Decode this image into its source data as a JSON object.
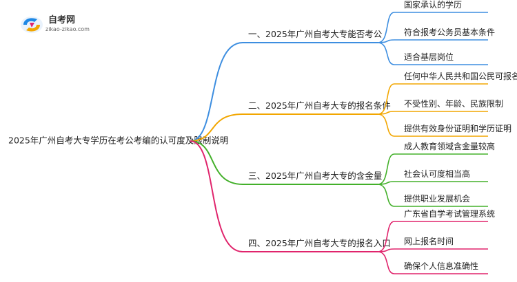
{
  "logo": {
    "name": "自考网",
    "url": "zikao-zikao.com",
    "brand_color": "#1e88e5"
  },
  "root": {
    "label": "2025年广州自考大专学历在考公考编的认可度及限制说明"
  },
  "branches": [
    {
      "label": "一、2025年广州自考大专能否考公",
      "color": "#3d8ee0",
      "children": [
        "国家承认的学历",
        "符合报考公务员基本条件",
        "适合基层岗位"
      ]
    },
    {
      "label": "二、2025年广州自考大专的报名条件",
      "color": "#f2a600",
      "children": [
        "任何中华人民共和国公民可报名",
        "不受性别、年龄、民族限制",
        "提供有效身份证明和学历证明"
      ]
    },
    {
      "label": "三、2025年广州自考大专的含金量",
      "color": "#43b02a",
      "children": [
        "成人教育领域含金量较高",
        "社会认可度相当高",
        "提供职业发展机会"
      ]
    },
    {
      "label": "四、2025年广州自考大专的报名入口",
      "color": "#e0246c",
      "children": [
        "广东省自学考试管理系统",
        "网上报名时间",
        "确保个人信息准确性"
      ]
    }
  ]
}
